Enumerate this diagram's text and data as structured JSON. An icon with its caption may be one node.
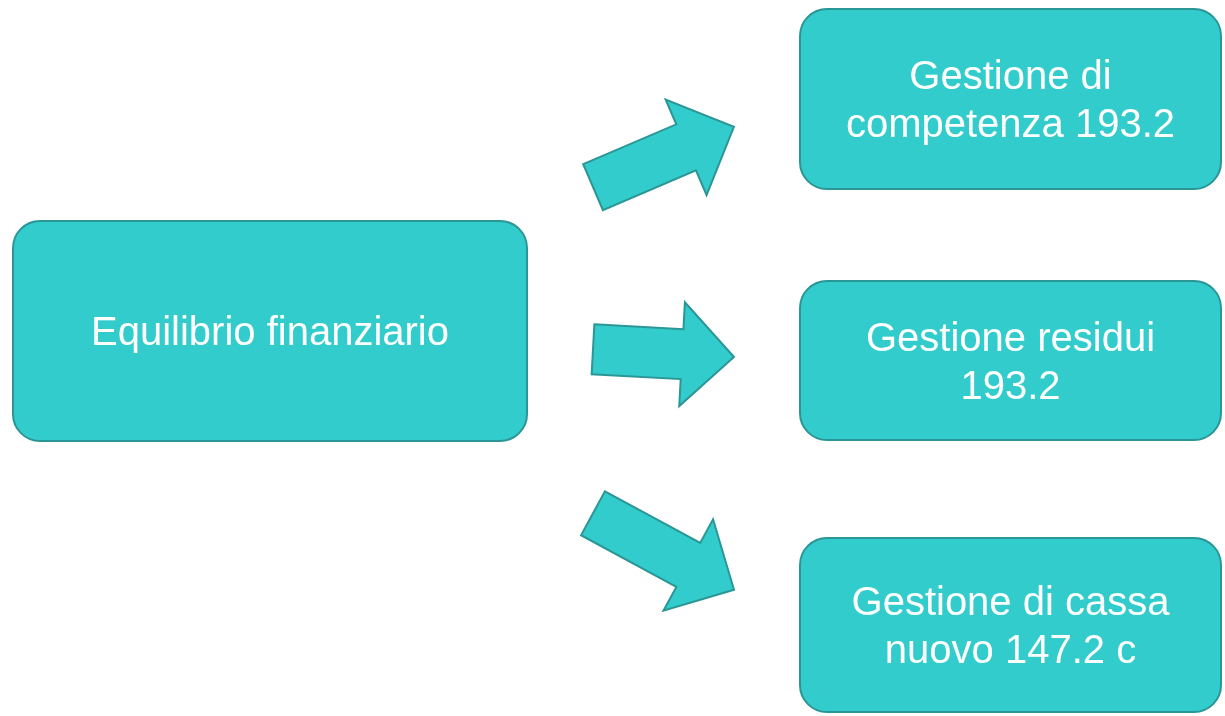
{
  "diagram": {
    "nodes": [
      {
        "text": [
          "Equilibrio finanziario"
        ]
      },
      {
        "text": [
          "Gestione di competenza 193.2"
        ]
      },
      {
        "text": [
          "Gestione residui 193.2"
        ]
      },
      {
        "text": [
          "Gestione di cassa nuovo 147.2 c"
        ]
      }
    ],
    "edges": [
      {
        "from": 0,
        "to": 1,
        "arrow": "to"
      },
      {
        "from": 0,
        "to": 2,
        "arrow": "to"
      },
      {
        "from": 0,
        "to": 3,
        "arrow": "to"
      }
    ]
  }
}
